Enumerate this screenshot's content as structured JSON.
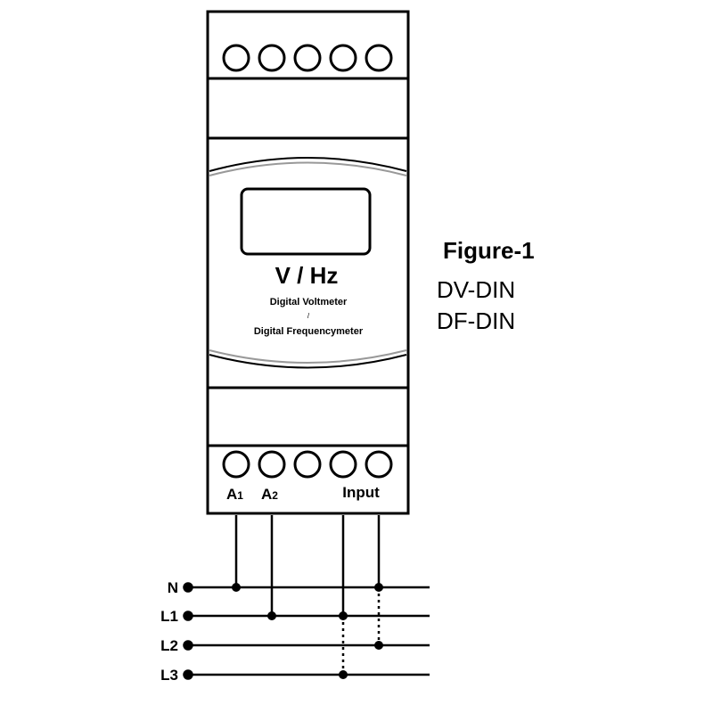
{
  "device": {
    "title": "V / Hz",
    "line1": "Digital Voltmeter",
    "separator": "/",
    "line2": "Digital Frequencymeter"
  },
  "figure": {
    "title": "Figure-1",
    "model1": "DV-DIN",
    "model2": "DF-DIN"
  },
  "terminals": {
    "a1_letter": "A",
    "a1_sub": "1",
    "a2_letter": "A",
    "a2_sub": "2",
    "input": "Input"
  },
  "lines": [
    "N",
    "L1",
    "L2",
    "L3"
  ]
}
